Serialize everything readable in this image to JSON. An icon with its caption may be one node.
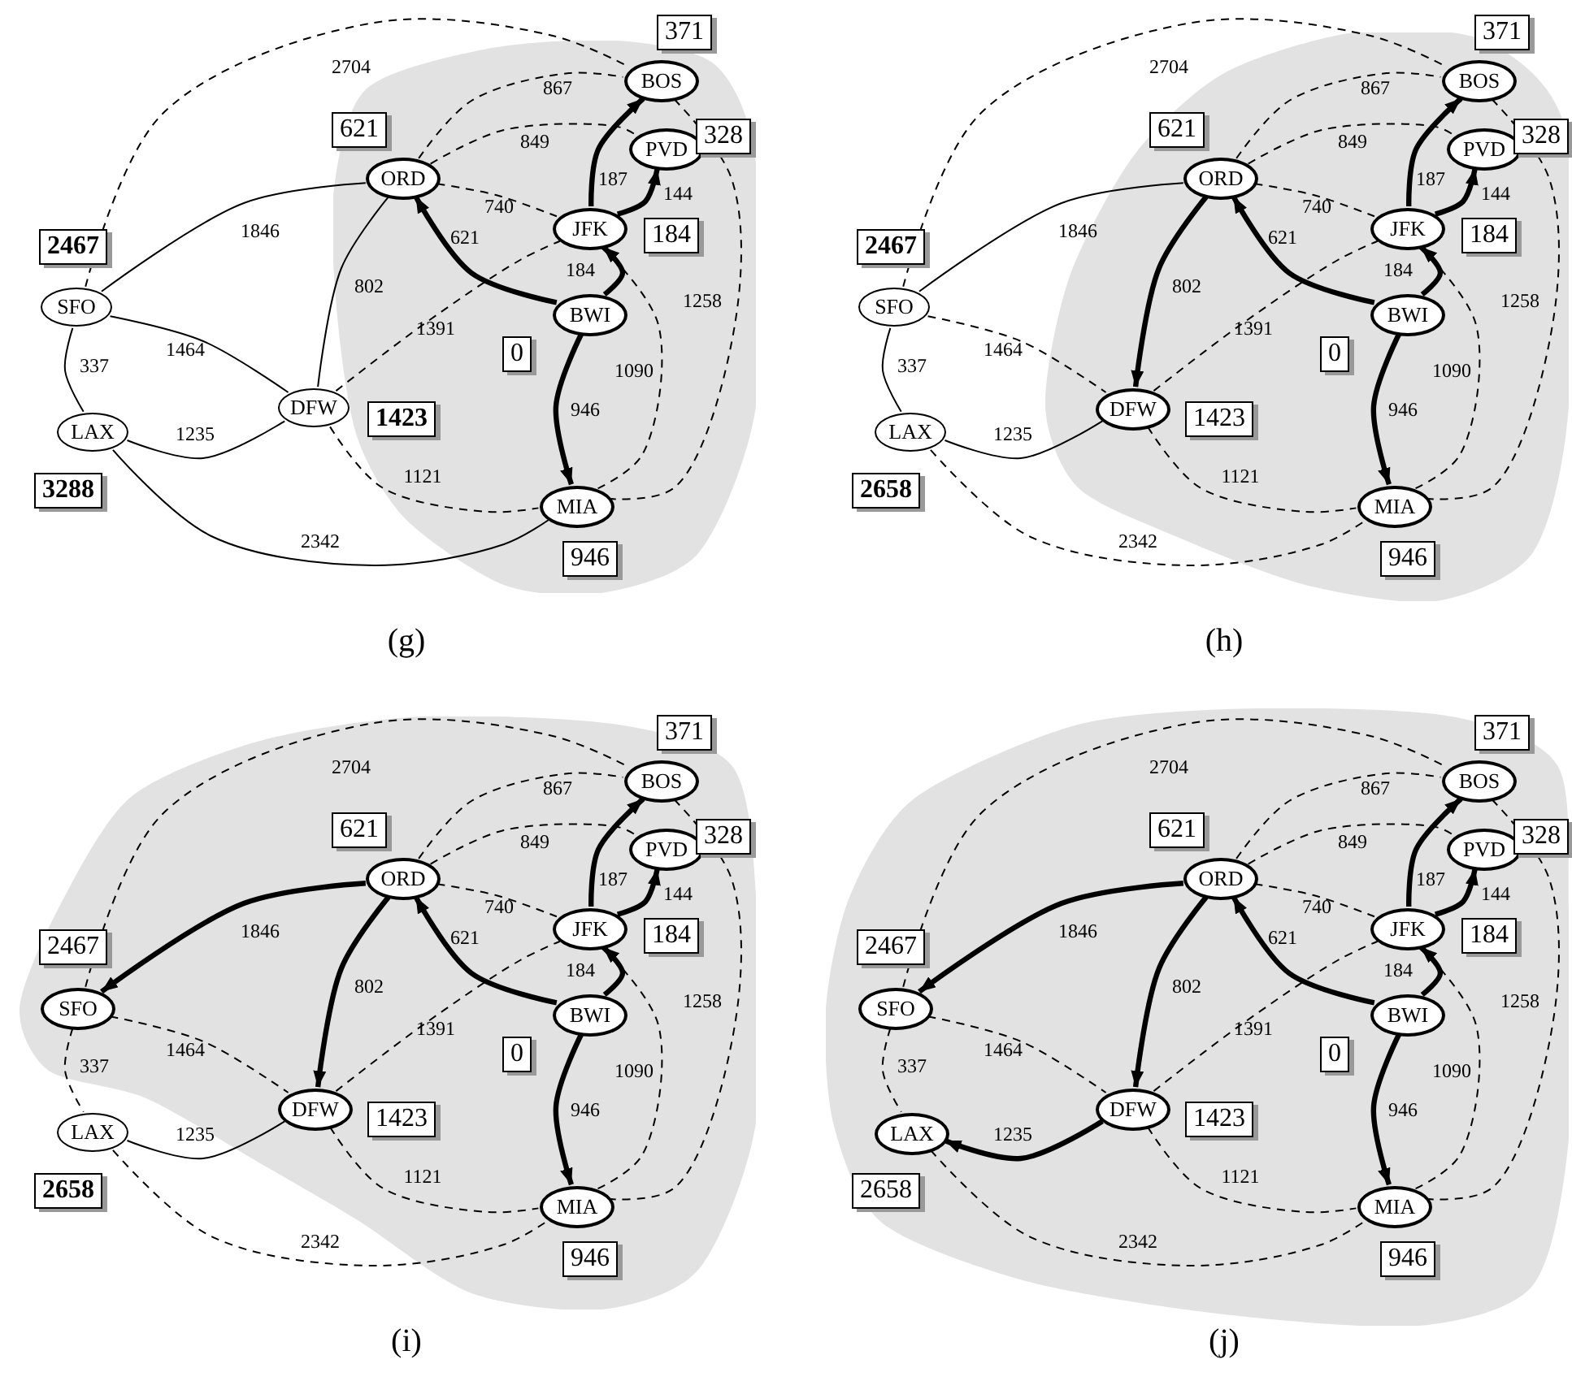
{
  "diagram": {
    "nodes": [
      {
        "text": [],
        "shape": "cloud"
      },
      {
        "text": [
          "SFO"
        ],
        "beside": [
          "2467"
        ]
      },
      {
        "text": [
          "LAX"
        ],
        "beside": [
          "3288"
        ]
      },
      {
        "text": [
          "DFW"
        ],
        "beside": [
          "1423"
        ]
      },
      {
        "text": [
          "ORD"
        ],
        "beside": [
          "621"
        ],
        "in": 0
      },
      {
        "text": [
          "JFK"
        ],
        "beside": [
          "184"
        ],
        "in": 0
      },
      {
        "text": [
          "BOS"
        ],
        "beside": [
          "371"
        ],
        "in": 0
      },
      {
        "text": [
          "PVD"
        ],
        "beside": [
          "328"
        ],
        "in": 0
      },
      {
        "text": [
          "BWI"
        ],
        "beside": [
          "0"
        ],
        "in": 0
      },
      {
        "text": [
          "MIA"
        ],
        "beside": [
          "946"
        ],
        "in": 0
      },
      {
        "text": [],
        "shape": "cloud"
      },
      {
        "text": [
          "SFO"
        ],
        "beside": [
          "2467"
        ]
      },
      {
        "text": [
          "LAX"
        ],
        "beside": [
          "2658"
        ]
      },
      {
        "text": [
          "DFW"
        ],
        "beside": [
          "1423"
        ],
        "in": 10
      },
      {
        "text": [
          "ORD"
        ],
        "beside": [
          "621"
        ],
        "in": 10
      },
      {
        "text": [
          "JFK"
        ],
        "beside": [
          "184"
        ],
        "in": 10
      },
      {
        "text": [
          "BOS"
        ],
        "beside": [
          "371"
        ],
        "in": 10
      },
      {
        "text": [
          "PVD"
        ],
        "beside": [
          "328"
        ],
        "in": 10
      },
      {
        "text": [
          "BWI"
        ],
        "beside": [
          "0"
        ],
        "in": 10
      },
      {
        "text": [
          "MIA"
        ],
        "beside": [
          "946"
        ],
        "in": 10
      },
      {
        "text": [],
        "shape": "cloud"
      },
      {
        "text": [
          "SFO"
        ],
        "beside": [
          "2467"
        ],
        "in": 20
      },
      {
        "text": [
          "LAX"
        ],
        "beside": [
          "2658"
        ]
      },
      {
        "text": [
          "DFW"
        ],
        "beside": [
          "1423"
        ],
        "in": 20
      },
      {
        "text": [
          "ORD"
        ],
        "beside": [
          "621"
        ],
        "in": 20
      },
      {
        "text": [
          "JFK"
        ],
        "beside": [
          "184"
        ],
        "in": 20
      },
      {
        "text": [
          "BOS"
        ],
        "beside": [
          "371"
        ],
        "in": 20
      },
      {
        "text": [
          "PVD"
        ],
        "beside": [
          "328"
        ],
        "in": 20
      },
      {
        "text": [
          "BWI"
        ],
        "beside": [
          "0"
        ],
        "in": 20
      },
      {
        "text": [
          "MIA"
        ],
        "beside": [
          "946"
        ],
        "in": 20
      },
      {
        "text": [],
        "shape": "cloud"
      },
      {
        "text": [
          "SFO"
        ],
        "beside": [
          "2467"
        ],
        "in": 30
      },
      {
        "text": [
          "LAX"
        ],
        "beside": [
          "2658"
        ],
        "in": 30
      },
      {
        "text": [
          "DFW"
        ],
        "beside": [
          "1423"
        ],
        "in": 30
      },
      {
        "text": [
          "ORD"
        ],
        "beside": [
          "621"
        ],
        "in": 30
      },
      {
        "text": [
          "JFK"
        ],
        "beside": [
          "184"
        ],
        "in": 30
      },
      {
        "text": [
          "BOS"
        ],
        "beside": [
          "371"
        ],
        "in": 30
      },
      {
        "text": [
          "PVD"
        ],
        "beside": [
          "328"
        ],
        "in": 30
      },
      {
        "text": [
          "BWI"
        ],
        "beside": [
          "0"
        ],
        "in": 30
      },
      {
        "text": [
          "MIA"
        ],
        "beside": [
          "946"
        ],
        "in": 30
      }
    ],
    "edges": [
      {
        "from": 1,
        "to": 6,
        "arrow": "none",
        "label": "2704",
        "style": "dashed"
      },
      {
        "from": 1,
        "to": 4,
        "arrow": "none",
        "label": "1846"
      },
      {
        "from": 1,
        "to": 3,
        "arrow": "none",
        "label": "1464"
      },
      {
        "from": 1,
        "to": 2,
        "arrow": "none",
        "label": "337"
      },
      {
        "from": 2,
        "to": 3,
        "arrow": "none",
        "label": "1235"
      },
      {
        "from": 2,
        "to": 9,
        "arrow": "none",
        "label": "2342"
      },
      {
        "from": 3,
        "to": 4,
        "arrow": "none",
        "label": "802"
      },
      {
        "from": 3,
        "to": 5,
        "arrow": "none",
        "label": "1391",
        "style": "dashed"
      },
      {
        "from": 3,
        "to": 9,
        "arrow": "none",
        "label": "1121",
        "style": "dashed"
      },
      {
        "from": 4,
        "to": 6,
        "arrow": "none",
        "label": "867",
        "style": "dashed"
      },
      {
        "from": 4,
        "to": 7,
        "arrow": "none",
        "label": "849",
        "style": "dashed"
      },
      {
        "from": 4,
        "to": 5,
        "arrow": "none",
        "label": "740",
        "style": "dashed"
      },
      {
        "from": 8,
        "to": 4,
        "arrow": "to",
        "label": "621",
        "style": "thick"
      },
      {
        "from": 5,
        "to": 6,
        "arrow": "to",
        "label": "187",
        "style": "thick"
      },
      {
        "from": 5,
        "to": 7,
        "arrow": "to",
        "label": "144",
        "style": "thick"
      },
      {
        "from": 8,
        "to": 5,
        "arrow": "to",
        "label": "184",
        "style": "thick"
      },
      {
        "from": 5,
        "to": 9,
        "arrow": "none",
        "label": "1090",
        "style": "dashed"
      },
      {
        "from": 6,
        "to": 9,
        "arrow": "none",
        "label": "1258",
        "style": "dashed"
      },
      {
        "from": 8,
        "to": 9,
        "arrow": "to",
        "label": "946",
        "style": "thick"
      },
      {
        "from": 11,
        "to": 16,
        "arrow": "none",
        "label": "2704",
        "style": "dashed"
      },
      {
        "from": 11,
        "to": 14,
        "arrow": "none",
        "label": "1846"
      },
      {
        "from": 11,
        "to": 13,
        "arrow": "none",
        "label": "1464",
        "style": "dashed"
      },
      {
        "from": 11,
        "to": 12,
        "arrow": "none",
        "label": "337"
      },
      {
        "from": 12,
        "to": 13,
        "arrow": "none",
        "label": "1235"
      },
      {
        "from": 12,
        "to": 19,
        "arrow": "none",
        "label": "2342",
        "style": "dashed"
      },
      {
        "from": 14,
        "to": 13,
        "arrow": "to",
        "label": "802",
        "style": "thick"
      },
      {
        "from": 13,
        "to": 15,
        "arrow": "none",
        "label": "1391",
        "style": "dashed"
      },
      {
        "from": 13,
        "to": 19,
        "arrow": "none",
        "label": "1121",
        "style": "dashed"
      },
      {
        "from": 14,
        "to": 16,
        "arrow": "none",
        "label": "867",
        "style": "dashed"
      },
      {
        "from": 14,
        "to": 17,
        "arrow": "none",
        "label": "849",
        "style": "dashed"
      },
      {
        "from": 14,
        "to": 15,
        "arrow": "none",
        "label": "740",
        "style": "dashed"
      },
      {
        "from": 18,
        "to": 14,
        "arrow": "to",
        "label": "621",
        "style": "thick"
      },
      {
        "from": 15,
        "to": 16,
        "arrow": "to",
        "label": "187",
        "style": "thick"
      },
      {
        "from": 15,
        "to": 17,
        "arrow": "to",
        "label": "144",
        "style": "thick"
      },
      {
        "from": 18,
        "to": 15,
        "arrow": "to",
        "label": "184",
        "style": "thick"
      },
      {
        "from": 15,
        "to": 19,
        "arrow": "none",
        "label": "1090",
        "style": "dashed"
      },
      {
        "from": 16,
        "to": 19,
        "arrow": "none",
        "label": "1258",
        "style": "dashed"
      },
      {
        "from": 18,
        "to": 19,
        "arrow": "to",
        "label": "946",
        "style": "thick"
      },
      {
        "from": 21,
        "to": 26,
        "arrow": "none",
        "label": "2704",
        "style": "dashed"
      },
      {
        "from": 24,
        "to": 21,
        "arrow": "to",
        "label": "1846",
        "style": "thick"
      },
      {
        "from": 21,
        "to": 23,
        "arrow": "none",
        "label": "1464",
        "style": "dashed"
      },
      {
        "from": 21,
        "to": 22,
        "arrow": "none",
        "label": "337",
        "style": "dashed"
      },
      {
        "from": 22,
        "to": 23,
        "arrow": "none",
        "label": "1235"
      },
      {
        "from": 22,
        "to": 29,
        "arrow": "none",
        "label": "2342",
        "style": "dashed"
      },
      {
        "from": 24,
        "to": 23,
        "arrow": "to",
        "label": "802",
        "style": "thick"
      },
      {
        "from": 23,
        "to": 25,
        "arrow": "none",
        "label": "1391",
        "style": "dashed"
      },
      {
        "from": 23,
        "to": 29,
        "arrow": "none",
        "label": "1121",
        "style": "dashed"
      },
      {
        "from": 24,
        "to": 26,
        "arrow": "none",
        "label": "867",
        "style": "dashed"
      },
      {
        "from": 24,
        "to": 27,
        "arrow": "none",
        "label": "849",
        "style": "dashed"
      },
      {
        "from": 24,
        "to": 25,
        "arrow": "none",
        "label": "740",
        "style": "dashed"
      },
      {
        "from": 28,
        "to": 24,
        "arrow": "to",
        "label": "621",
        "style": "thick"
      },
      {
        "from": 25,
        "to": 26,
        "arrow": "to",
        "label": "187",
        "style": "thick"
      },
      {
        "from": 25,
        "to": 27,
        "arrow": "to",
        "label": "144",
        "style": "thick"
      },
      {
        "from": 28,
        "to": 25,
        "arrow": "to",
        "label": "184",
        "style": "thick"
      },
      {
        "from": 25,
        "to": 29,
        "arrow": "none",
        "label": "1090",
        "style": "dashed"
      },
      {
        "from": 26,
        "to": 29,
        "arrow": "none",
        "label": "1258",
        "style": "dashed"
      },
      {
        "from": 28,
        "to": 29,
        "arrow": "to",
        "label": "946",
        "style": "thick"
      },
      {
        "from": 31,
        "to": 36,
        "arrow": "none",
        "label": "2704",
        "style": "dashed"
      },
      {
        "from": 34,
        "to": 31,
        "arrow": "to",
        "label": "1846",
        "style": "thick"
      },
      {
        "from": 31,
        "to": 33,
        "arrow": "none",
        "label": "1464",
        "style": "dashed"
      },
      {
        "from": 31,
        "to": 32,
        "arrow": "none",
        "label": "337",
        "style": "dashed"
      },
      {
        "from": 33,
        "to": 32,
        "arrow": "to",
        "label": "1235",
        "style": "thick"
      },
      {
        "from": 32,
        "to": 39,
        "arrow": "none",
        "label": "2342",
        "style": "dashed"
      },
      {
        "from": 34,
        "to": 33,
        "arrow": "to",
        "label": "802",
        "style": "thick"
      },
      {
        "from": 33,
        "to": 35,
        "arrow": "none",
        "label": "1391",
        "style": "dashed"
      },
      {
        "from": 33,
        "to": 39,
        "arrow": "none",
        "label": "1121",
        "style": "dashed"
      },
      {
        "from": 34,
        "to": 36,
        "arrow": "none",
        "label": "867",
        "style": "dashed"
      },
      {
        "from": 34,
        "to": 37,
        "arrow": "none",
        "label": "849",
        "style": "dashed"
      },
      {
        "from": 34,
        "to": 35,
        "arrow": "none",
        "label": "740",
        "style": "dashed"
      },
      {
        "from": 38,
        "to": 34,
        "arrow": "to",
        "label": "621",
        "style": "thick"
      },
      {
        "from": 35,
        "to": 36,
        "arrow": "to",
        "label": "187",
        "style": "thick"
      },
      {
        "from": 35,
        "to": 37,
        "arrow": "to",
        "label": "144",
        "style": "thick"
      },
      {
        "from": 38,
        "to": 35,
        "arrow": "to",
        "label": "184",
        "style": "thick"
      },
      {
        "from": 35,
        "to": 39,
        "arrow": "none",
        "label": "1090",
        "style": "dashed"
      },
      {
        "from": 36,
        "to": 39,
        "arrow": "none",
        "label": "1258",
        "style": "dashed"
      },
      {
        "from": 38,
        "to": 39,
        "arrow": "to",
        "label": "946",
        "style": "thick"
      }
    ],
    "labels": [
      "(g)",
      "(h)",
      "(i)",
      "(j)"
    ]
  }
}
